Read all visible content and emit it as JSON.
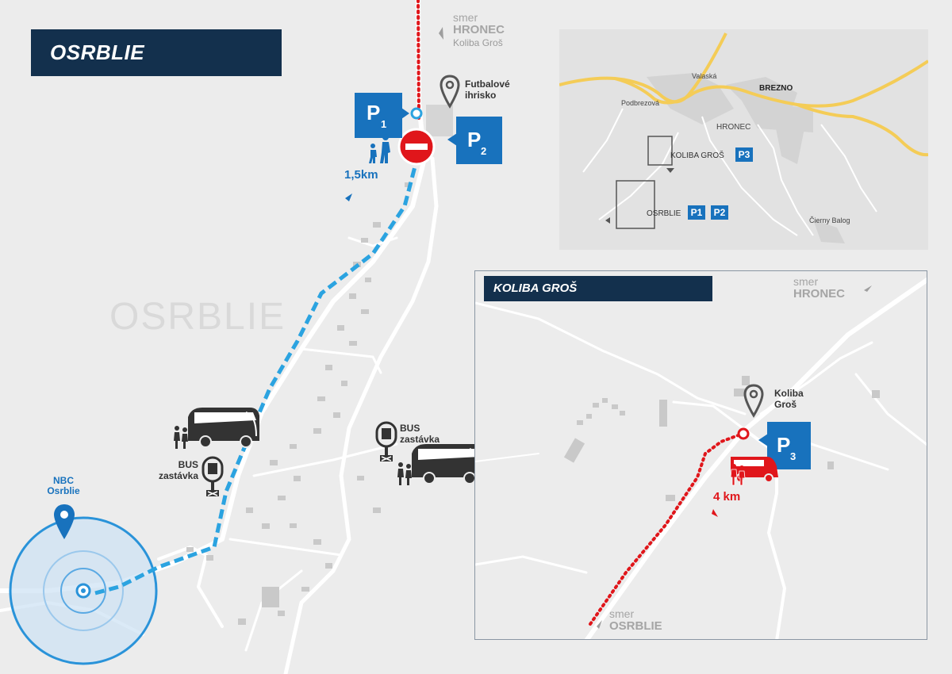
{
  "title": "OSRBLIE",
  "town_watermark": "OSRBLIE",
  "colors": {
    "navy": "#13304d",
    "blue": "#1872bd",
    "red": "#e0161b",
    "road": "#ffffff",
    "terrain": "#ececec"
  },
  "direction_top": {
    "smer": "smer",
    "town": "HRONEC",
    "sub": "Koliba Groš"
  },
  "football": {
    "line1": "Futbalové",
    "line2": "ihrisko"
  },
  "parking": {
    "p1": "P",
    "p1_sub": "1",
    "p2": "P",
    "p2_sub": "2"
  },
  "walk_distance": "1,5km",
  "bus_stop_left": {
    "line1": "BUS",
    "line2": "zastávka"
  },
  "bus_stop_right": {
    "line1": "BUS",
    "line2": "zastávka"
  },
  "nbc": {
    "line1": "NBC",
    "line2": "Osrblie"
  },
  "overview": {
    "towns": [
      "Valaská",
      "BREZNO",
      "Podbrezová",
      "HRONEC",
      "Čierny Balog"
    ],
    "koliba_label": "KOLIBA GROŠ",
    "koliba_parking": "P3",
    "osrblie_label": "OSRBLIE",
    "osrblie_parking": [
      "P1",
      "P2"
    ]
  },
  "koliba": {
    "title": "KOLIBA GROŠ",
    "dir_top": {
      "smer": "smer",
      "town": "HRONEC"
    },
    "dir_bottom": {
      "smer": "smer",
      "town": "OSRBLIE"
    },
    "place": {
      "line1": "Koliba",
      "line2": "Groš"
    },
    "parking": "P",
    "parking_sub": "3",
    "distance": "4 km"
  }
}
